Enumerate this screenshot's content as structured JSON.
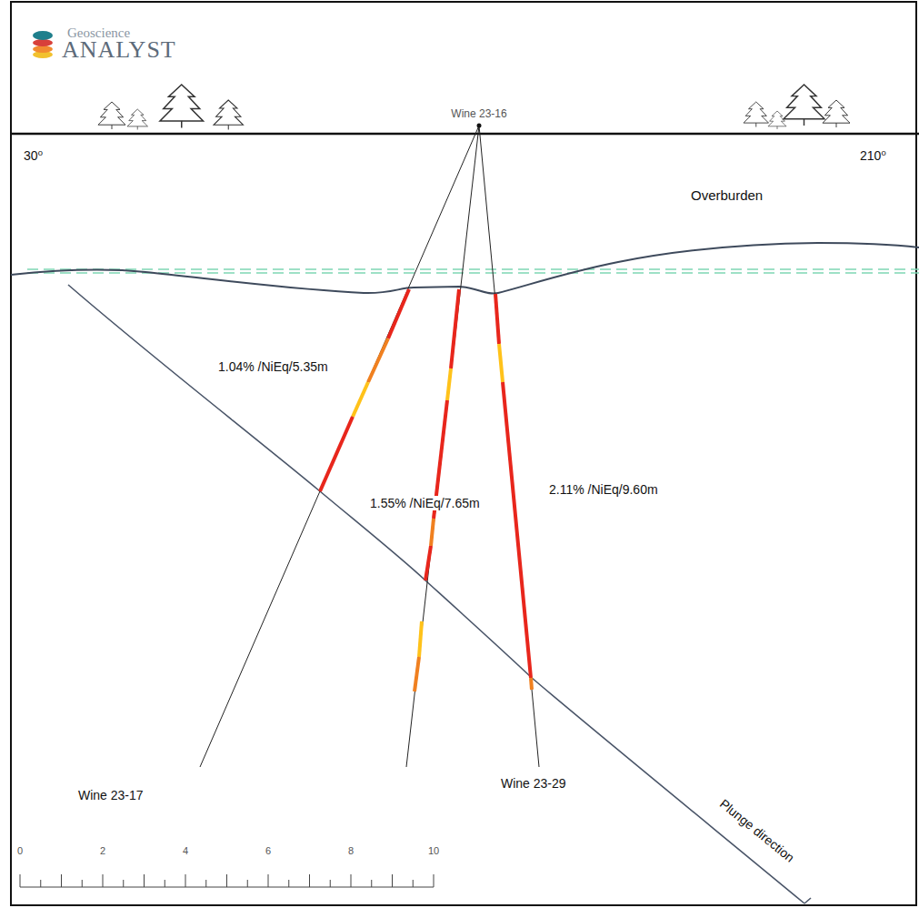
{
  "diagram": {
    "labels": [
      "Geoscience",
      "ANALYST",
      "Wine 23-16",
      "30⁰",
      "210⁰",
      "Overburden",
      "1.04% /NiEq/5.35m",
      "1.55% /NiEq/7.65m",
      "2.11% /NiEq/9.60m",
      "Wine 23-17",
      "Wine 23-29",
      "Plunge direction",
      "0",
      "2",
      "4",
      "6",
      "8",
      "10"
    ]
  }
}
